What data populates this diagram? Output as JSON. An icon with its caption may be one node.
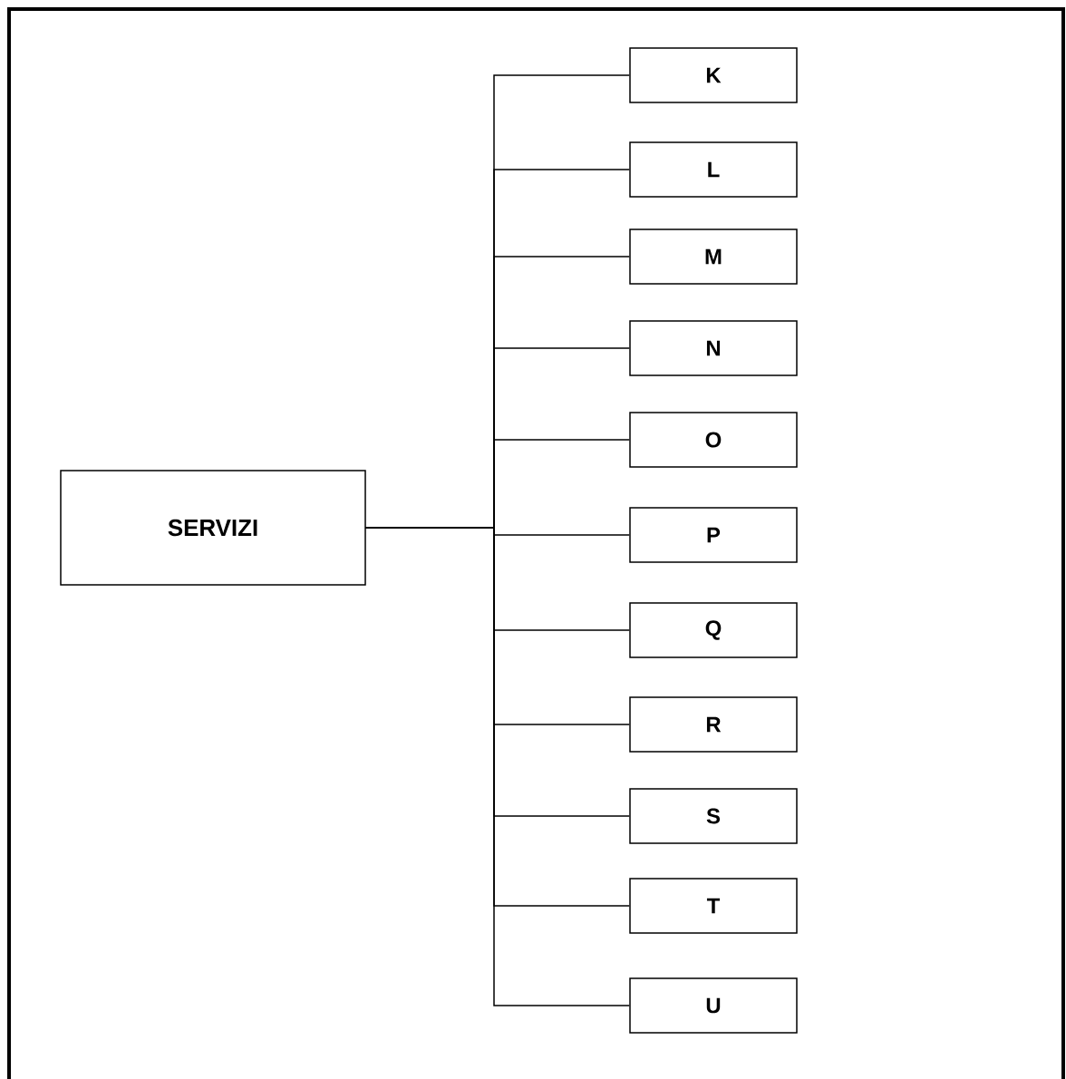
{
  "diagram": {
    "nodes": [
      {
        "text": [
          "SERVIZI"
        ]
      },
      {
        "text": [
          "K"
        ]
      },
      {
        "text": [
          "L"
        ]
      },
      {
        "text": [
          "M"
        ]
      },
      {
        "text": [
          "N"
        ]
      },
      {
        "text": [
          "O"
        ]
      },
      {
        "text": [
          "P"
        ]
      },
      {
        "text": [
          "Q"
        ]
      },
      {
        "text": [
          "R"
        ]
      },
      {
        "text": [
          "S"
        ]
      },
      {
        "text": [
          "T"
        ]
      },
      {
        "text": [
          "U"
        ]
      }
    ],
    "edges": [
      {
        "from": 0,
        "to": 1,
        "arrow": "none"
      },
      {
        "from": 0,
        "to": 2,
        "arrow": "none"
      },
      {
        "from": 0,
        "to": 3,
        "arrow": "none"
      },
      {
        "from": 0,
        "to": 4,
        "arrow": "none"
      },
      {
        "from": 0,
        "to": 5,
        "arrow": "none"
      },
      {
        "from": 0,
        "to": 6,
        "arrow": "none"
      },
      {
        "from": 0,
        "to": 7,
        "arrow": "none"
      },
      {
        "from": 0,
        "to": 8,
        "arrow": "none"
      },
      {
        "from": 0,
        "to": 9,
        "arrow": "none"
      },
      {
        "from": 0,
        "to": 10,
        "arrow": "none"
      },
      {
        "from": 0,
        "to": 11,
        "arrow": "none"
      }
    ]
  }
}
